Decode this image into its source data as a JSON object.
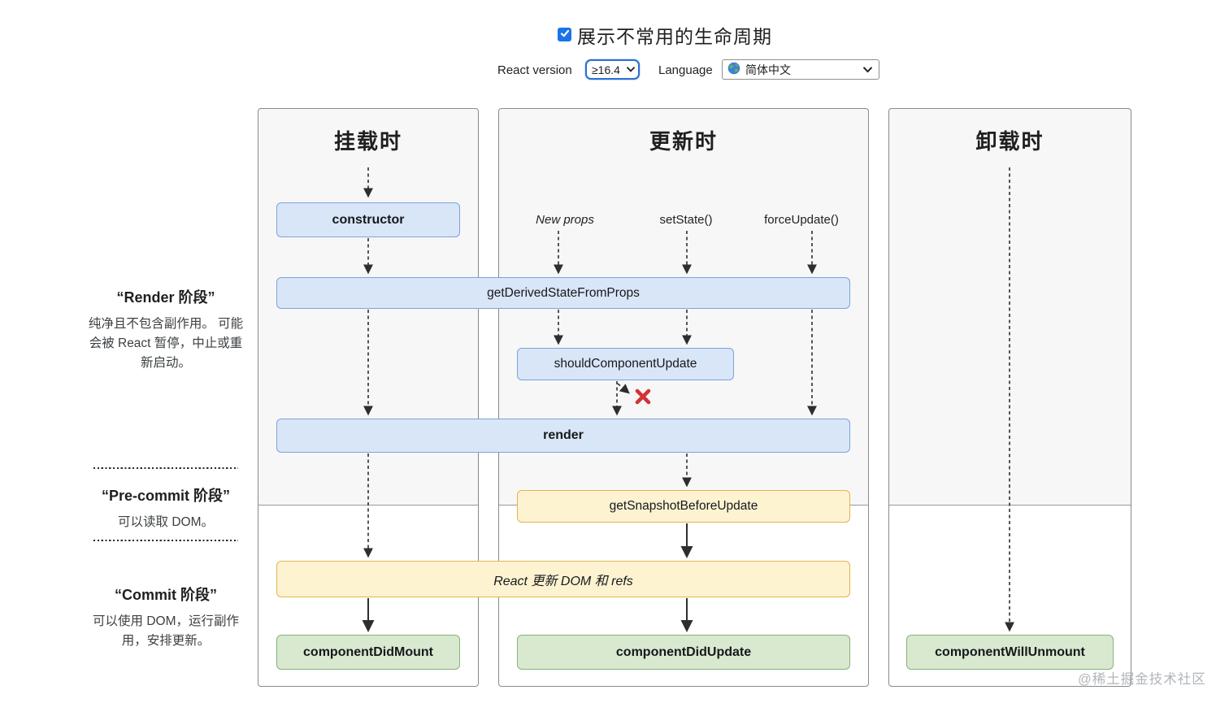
{
  "header": {
    "title": "展示不常用的生命周期",
    "checkbox_checked": true,
    "react_version_label": "React version",
    "react_version_value": "≥16.4",
    "language_label": "Language",
    "language_value": "简体中文"
  },
  "phases": [
    {
      "title": "“Render 阶段”",
      "description": "纯净且不包含副作用。 可能会被 React 暂停，中止或重新启动。"
    },
    {
      "title": "“Pre-commit 阶段”",
      "description": "可以读取 DOM。"
    },
    {
      "title": "“Commit 阶段”",
      "description": "可以使用 DOM，运行副作用，安排更新。"
    }
  ],
  "columns": [
    {
      "title": "挂载时"
    },
    {
      "title": "更新时",
      "triggers": [
        "New props",
        "setState()",
        "forceUpdate()"
      ]
    },
    {
      "title": "卸载时"
    }
  ],
  "nodes": {
    "constructor": "constructor",
    "getDerivedStateFromProps": "getDerivedStateFromProps",
    "shouldComponentUpdate": "shouldComponentUpdate",
    "render": "render",
    "getSnapshotBeforeUpdate": "getSnapshotBeforeUpdate",
    "reactUpdates": "React 更新 DOM 和 refs",
    "componentDidMount": "componentDidMount",
    "componentDidUpdate": "componentDidUpdate",
    "componentWillUnmount": "componentWillUnmount"
  },
  "colors": {
    "accent_blue": "#1a73e8",
    "blue_bg": "#d9e6f8",
    "blue_border": "#7aa4dc",
    "yellow_bg": "#fdf3d1",
    "yellow_border": "#e0b64f",
    "green_bg": "#d8e9d0",
    "green_border": "#86b477",
    "x_red": "#d43333"
  },
  "watermark": "@稀土掘金技术社区"
}
